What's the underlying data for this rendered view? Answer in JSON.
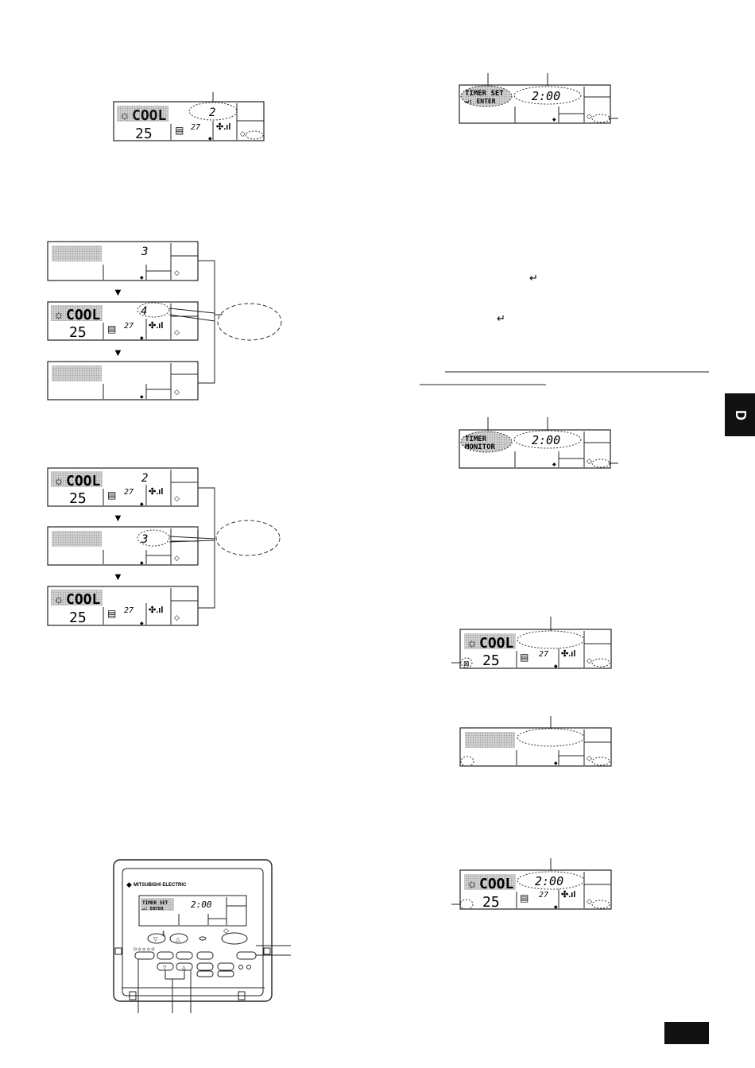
{
  "lcd": {
    "mode": "COOL",
    "set_temp": "25",
    "room_temp": "27",
    "timer_set": "TIMER SET",
    "enter": "↵: ENTER",
    "timer_monitor_1": "TIMER",
    "timer_monitor_2": "MONITOR",
    "time": "2:00",
    "hours": [
      "2",
      "3",
      "4",
      "2",
      "3"
    ]
  },
  "remote": {
    "brand": "MITSUBISHI ELECTRIC",
    "timer_set": "TIMER SET",
    "enter": "↵: ENTER",
    "time": "2:00"
  },
  "side_tab": "D"
}
